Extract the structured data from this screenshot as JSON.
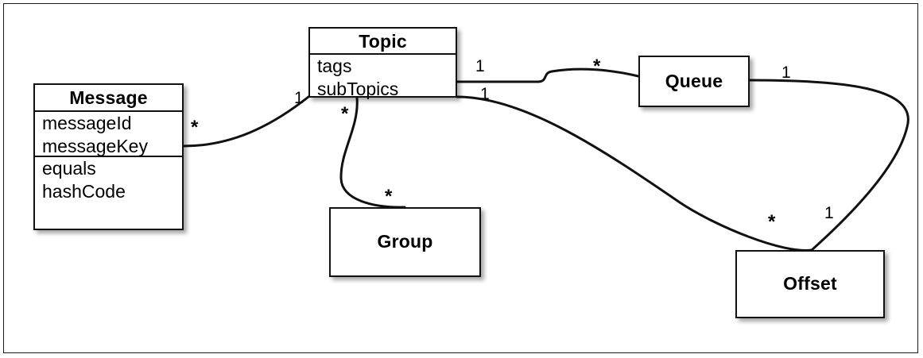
{
  "diagram": {
    "type": "uml-class-diagram",
    "background": "#ffffff",
    "line_color": "#111111",
    "classes": [
      {
        "id": "message",
        "name": "Message",
        "attributes": [
          "messageId",
          "messageKey"
        ],
        "operations": [
          "equals",
          "hashCode"
        ]
      },
      {
        "id": "topic",
        "name": "Topic",
        "attributes": [
          "tags",
          "subTopics"
        ],
        "operations": []
      },
      {
        "id": "queue",
        "name": "Queue",
        "attributes": [],
        "operations": []
      },
      {
        "id": "group",
        "name": "Group",
        "attributes": [],
        "operations": []
      },
      {
        "id": "offset",
        "name": "Offset",
        "attributes": [],
        "operations": []
      }
    ],
    "associations": [
      {
        "id": "message-topic",
        "from": "message",
        "to": "topic",
        "from_multiplicity": "*",
        "to_multiplicity": "1"
      },
      {
        "id": "topic-queue",
        "from": "topic",
        "to": "queue",
        "from_multiplicity": "1",
        "to_multiplicity": "*"
      },
      {
        "id": "topic-offset",
        "from": "topic",
        "to": "offset",
        "from_multiplicity": "1",
        "to_multiplicity": "*"
      },
      {
        "id": "queue-offset",
        "from": "queue",
        "to": "offset",
        "from_multiplicity": "1",
        "to_multiplicity": "1"
      },
      {
        "id": "topic-group",
        "from": "topic",
        "to": "group",
        "from_multiplicity": "*",
        "to_multiplicity": "*"
      }
    ],
    "multiplicity_labels": [
      {
        "id": "message-end",
        "text": "*"
      },
      {
        "id": "topic-left-end",
        "text": "1"
      },
      {
        "id": "topic-queue-end",
        "text": "1"
      },
      {
        "id": "queue-end",
        "text": "*"
      },
      {
        "id": "topic-offset-end",
        "text": "1"
      },
      {
        "id": "offset-topic-end",
        "text": "*"
      },
      {
        "id": "queue-offset-end",
        "text": "1"
      },
      {
        "id": "offset-queue-end",
        "text": "1"
      },
      {
        "id": "topic-group-end",
        "text": "*"
      },
      {
        "id": "group-end",
        "text": "*"
      }
    ]
  }
}
